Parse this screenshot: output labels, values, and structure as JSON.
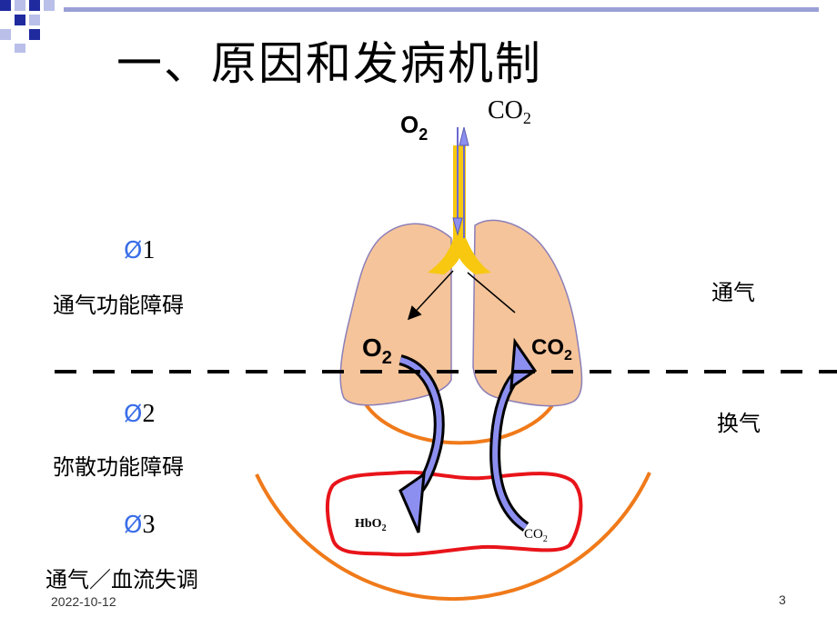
{
  "slide": {
    "title": "一、原因和发病机制",
    "date": "2022-10-12",
    "page_number": "3"
  },
  "causes": [
    {
      "symbol": "Ø",
      "number": "1",
      "label": "通气功能障碍"
    },
    {
      "symbol": "Ø",
      "number": "2",
      "label": "弥散功能障碍"
    },
    {
      "symbol": "Ø",
      "number": "3",
      "label": "通气／血流失调"
    }
  ],
  "zones": {
    "upper": "通气",
    "lower": "换气"
  },
  "diagram": {
    "top_o2": "O",
    "top_o2_sub": "2",
    "top_co2": "CO",
    "top_co2_sub": "2",
    "alveolus_o2": "O",
    "alveolus_o2_sub": "2",
    "alveolus_co2": "CO",
    "alveolus_co2_sub": "2",
    "blood_hbo2": "HbO",
    "blood_hbo2_sub": "2",
    "blood_co2": "CO",
    "blood_co2_sub": "2",
    "colors": {
      "lung_fill": "#f5c49a",
      "lung_stroke": "#8c7fb8",
      "trachea": "#f7c80f",
      "orange_arc": "#f07a1a",
      "red_loop": "#e8141a",
      "arrow_fill": "#8c8ff0",
      "dashed_line": "#000000",
      "corner_blue": "#1f2a9e"
    }
  }
}
